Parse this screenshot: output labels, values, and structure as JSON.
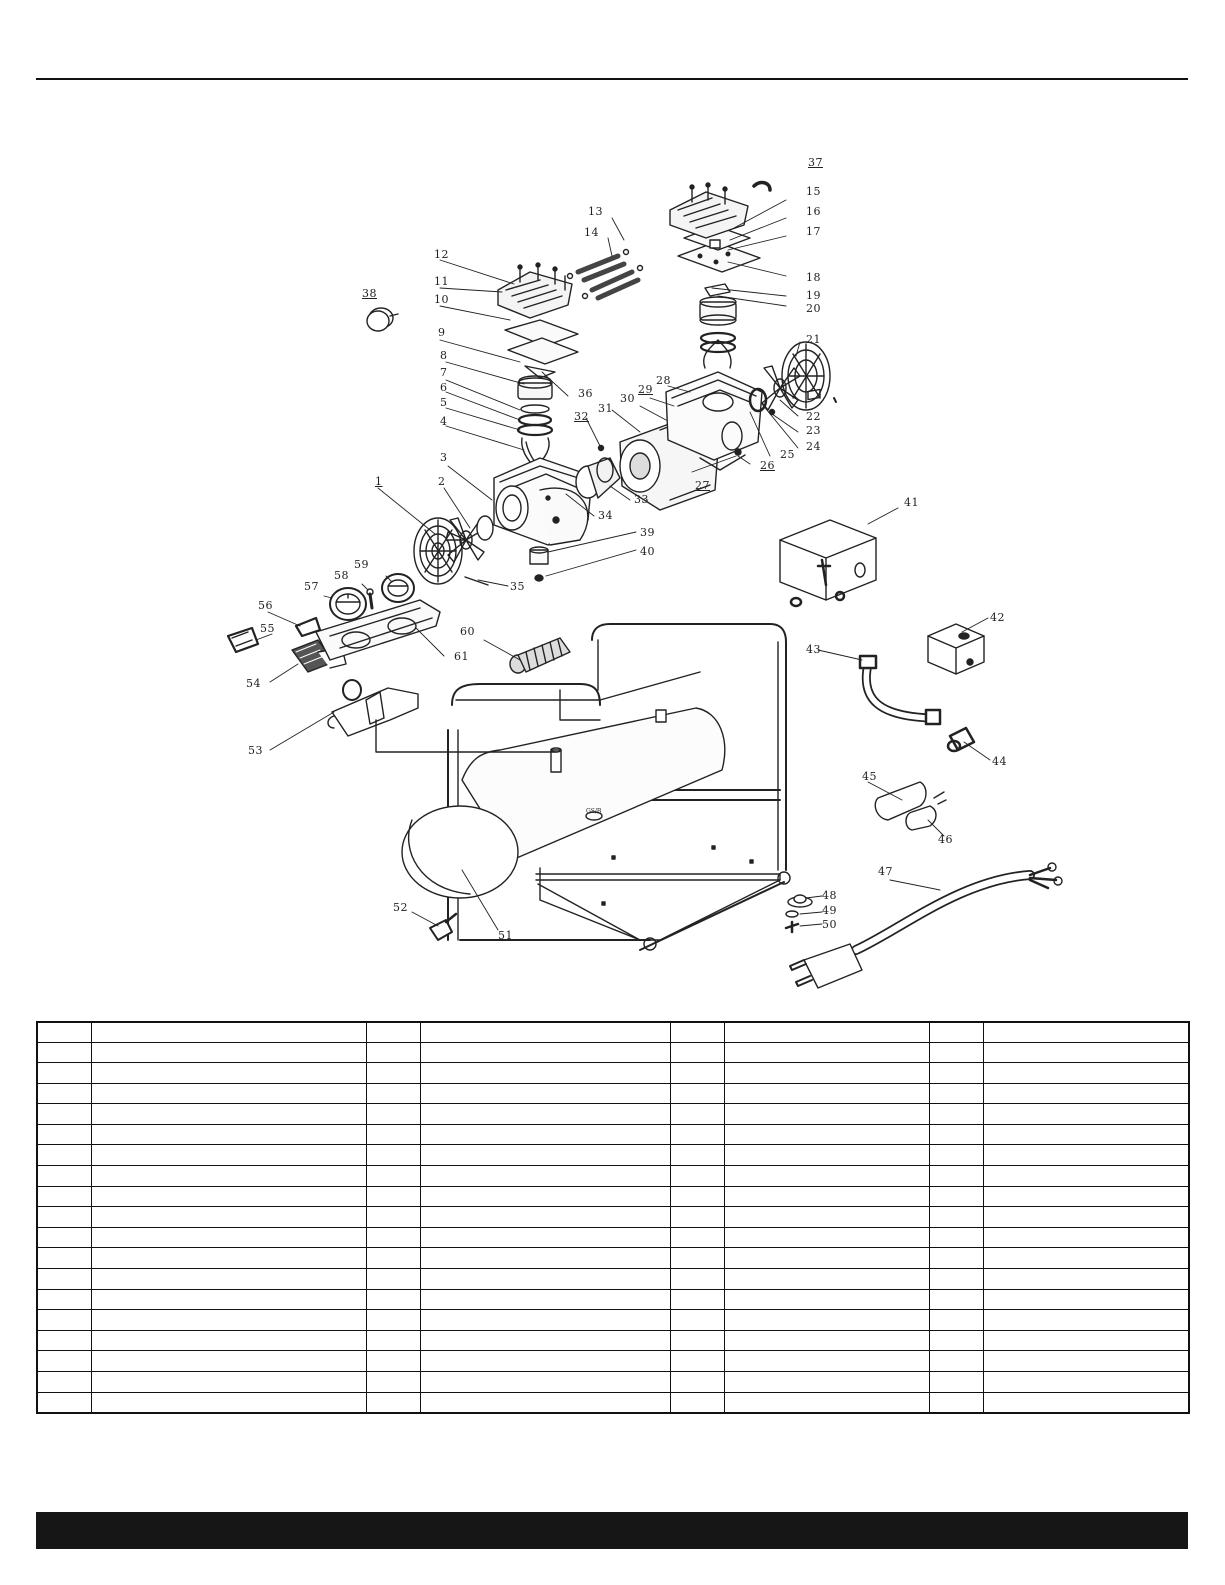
{
  "diagram": {
    "callouts": [
      "1",
      "2",
      "3",
      "4",
      "5",
      "6",
      "7",
      "8",
      "9",
      "10",
      "11",
      "12",
      "13",
      "14",
      "15",
      "16",
      "17",
      "18",
      "19",
      "20",
      "21",
      "22",
      "23",
      "24",
      "25",
      "26",
      "27",
      "28",
      "29",
      "30",
      "31",
      "32",
      "33",
      "34",
      "35",
      "36",
      "37",
      "38",
      "39",
      "40",
      "41",
      "42",
      "43",
      "44",
      "45",
      "46",
      "47",
      "48",
      "49",
      "50",
      "51",
      "52",
      "53",
      "54",
      "55",
      "56",
      "57",
      "58",
      "59",
      "60",
      "61"
    ],
    "tank_label": "GS/B"
  },
  "parts_table": {
    "columns": 8,
    "rows": 19
  },
  "colors": {
    "rule": "#111111",
    "footer": "#161616",
    "line_art": "#222222"
  }
}
